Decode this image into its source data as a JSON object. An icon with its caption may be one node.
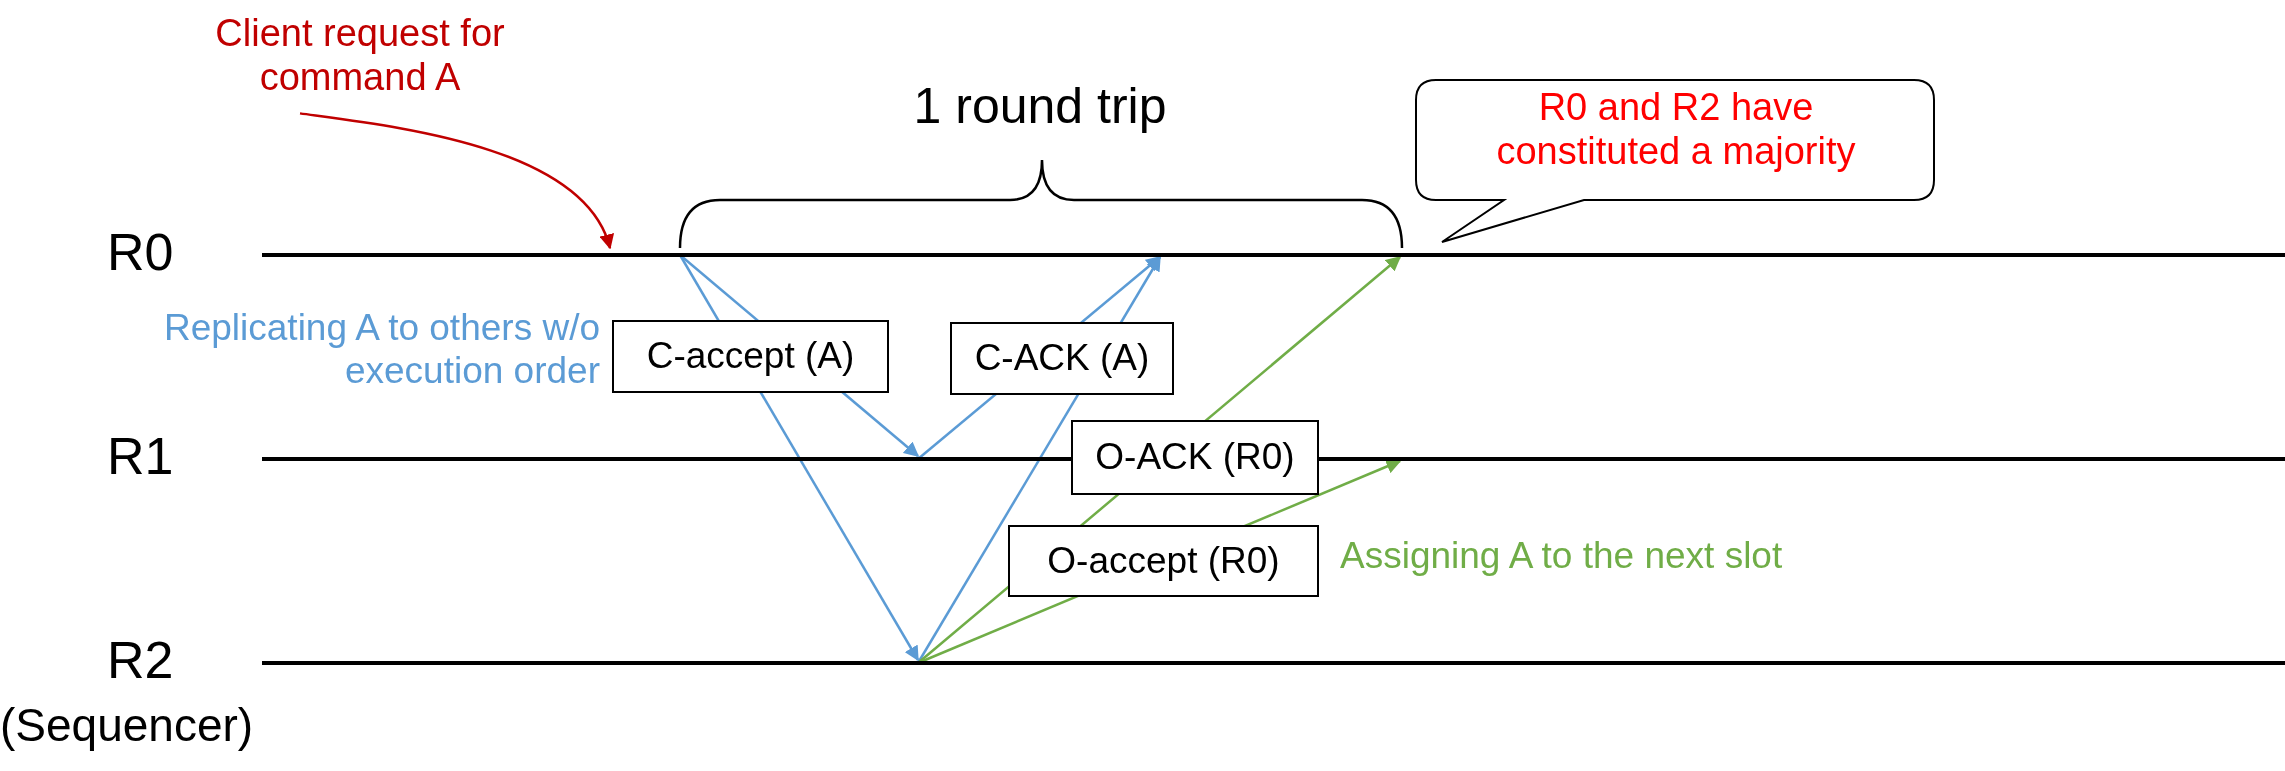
{
  "diagram": {
    "nodes": [
      {
        "text": [
          "Client request for command A"
        ]
      },
      {
        "text": [
          "R0 and R2 have constituted a majority"
        ]
      },
      {
        "text": [
          "R0"
        ]
      },
      {
        "text": [
          "R1"
        ]
      },
      {
        "text": [
          "R2"
        ],
        "beside": [
          "(Sequencer)"
        ]
      }
    ],
    "edges": [
      {
        "from": 0,
        "to": 2,
        "arrow": "to",
        "color": "#c00000"
      },
      {
        "from": 2,
        "to": 4,
        "arrow": "to",
        "label": "C-accept (A)"
      },
      {
        "from": 2,
        "to": 3,
        "arrow": "to"
      },
      {
        "from": 3,
        "to": 2,
        "arrow": "to",
        "label": "C-ACK (A)"
      },
      {
        "from": 4,
        "to": 2,
        "arrow": "to"
      },
      {
        "from": 4,
        "to": 2,
        "arrow": "to",
        "label": "O-ACK (R0)",
        "color": "#70ad47"
      },
      {
        "from": 4,
        "to": 3,
        "arrow": "to",
        "label": "O-accept (R0)",
        "color": "#70ad47"
      }
    ],
    "labels": [
      "1 round trip",
      "Replicating A to others w/o execution order",
      "Assigning A to the next slot"
    ]
  }
}
